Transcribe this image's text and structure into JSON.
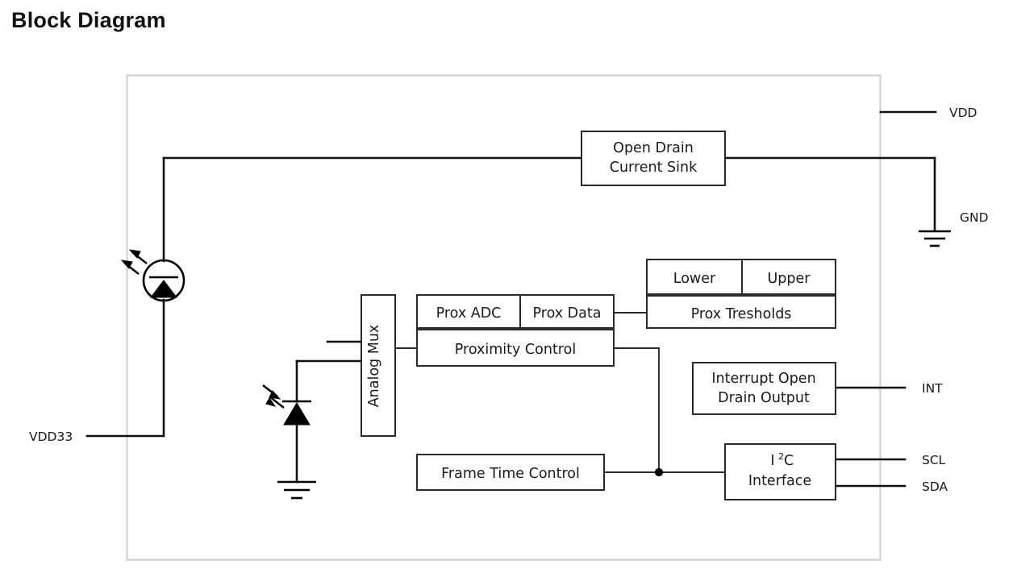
{
  "page": {
    "title": "Block Diagram"
  },
  "chip": {
    "label": "chip-boundary"
  },
  "blocks": {
    "open_drain_current_sink": {
      "line1": "Open Drain",
      "line2": "Current Sink"
    },
    "analog_mux": {
      "label": "Analog Mux"
    },
    "prox_adc": {
      "label": "Prox ADC"
    },
    "prox_data": {
      "label": "Prox Data"
    },
    "proximity_control": {
      "label": "Proximity Control"
    },
    "threshold_lower": {
      "label": "Lower"
    },
    "threshold_upper": {
      "label": "Upper"
    },
    "prox_tresholds": {
      "label": "Prox Tresholds"
    },
    "interrupt_open_drain_output": {
      "line1": "Interrupt Open",
      "line2": "Drain Output"
    },
    "frame_time_control": {
      "label": "Frame Time Control"
    },
    "i2c_interface": {
      "line1_base": "I",
      "line1_sup": "2",
      "line1_tail": "C",
      "line2": "Interface"
    }
  },
  "pins": {
    "vdd": {
      "label": "VDD"
    },
    "gnd": {
      "label": "GND"
    },
    "int": {
      "label": "INT"
    },
    "scl": {
      "label": "SCL"
    },
    "sda": {
      "label": "SDA"
    },
    "vdd33": {
      "label": "VDD33"
    }
  },
  "symbols": {
    "led": {
      "name": "led-emitter-symbol"
    },
    "photodiode": {
      "name": "photodiode-symbol"
    },
    "ground_right": {
      "name": "ground-symbol"
    },
    "ground_photodiode": {
      "name": "ground-symbol"
    },
    "junction_dot": {
      "name": "wire-junction-dot"
    }
  },
  "colors": {
    "wire": "#111111",
    "box_stroke": "#2b2b2b",
    "chip_boundary": "#d6d6d6",
    "text": "#1a1a1a",
    "background": "#ffffff"
  }
}
